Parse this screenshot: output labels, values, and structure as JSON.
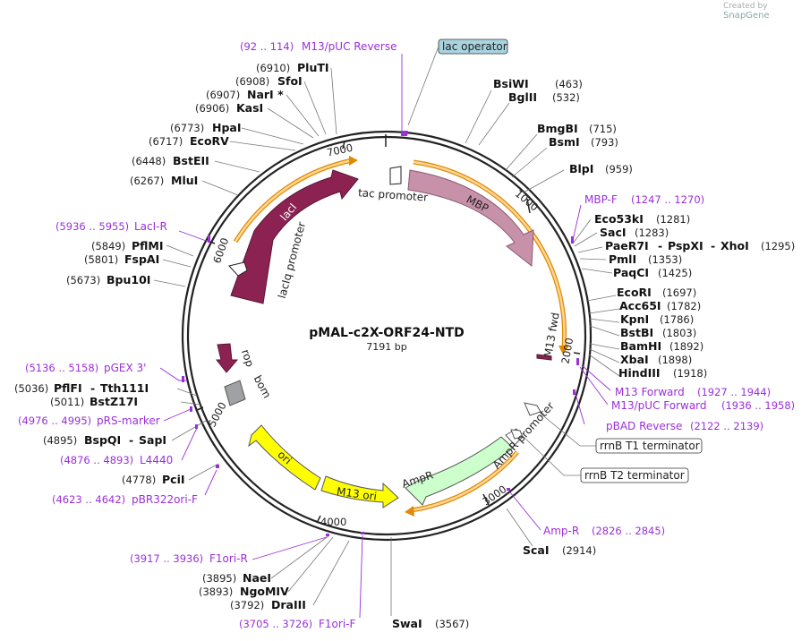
{
  "credit": {
    "prefix": "Created by",
    "brand": "SnapGene"
  },
  "plasmid": {
    "name": "pMAL-c2X-ORF24-NTD",
    "size_label": "7191 bp"
  },
  "ticks": [
    "1000",
    "2000",
    "3000",
    "4000",
    "5000",
    "6000",
    "7000"
  ],
  "features": [
    {
      "name": "lacI",
      "color": "#8b2252"
    },
    {
      "name": "MBP",
      "color": "#c792a9"
    },
    {
      "name": "tac promoter",
      "color": "#ffffff"
    },
    {
      "name": "lacIq promoter",
      "color": "#ffffff"
    },
    {
      "name": "rop",
      "color": "#8b2252"
    },
    {
      "name": "bom",
      "color": "#9fa1a4"
    },
    {
      "name": "ori",
      "color": "#ffff00"
    },
    {
      "name": "M13 ori",
      "color": "#ffff00"
    },
    {
      "name": "AmpR",
      "color": "#ccffcc"
    },
    {
      "name": "AmpR promoter",
      "color": "#ffffff"
    },
    {
      "name": "M13 fwd",
      "color": "#8b2252"
    }
  ],
  "boxed_labels": {
    "lac_operator": "lac operator",
    "rrnb_t1": "rrnB T1 terminator",
    "rrnb_t2": "rrnB T2 terminator"
  },
  "enzymes_right": [
    {
      "name": "BsiWI",
      "pos": "(463)"
    },
    {
      "name": "BglII",
      "pos": "(532)"
    },
    {
      "name": "BmgBI",
      "pos": "(715)"
    },
    {
      "name": "BsmI",
      "pos": "(793)"
    },
    {
      "name": "BlpI",
      "pos": "(959)"
    },
    {
      "name": "Eco53kI",
      "pos": "(1281)"
    },
    {
      "name": "SacI",
      "pos": "(1283)"
    },
    {
      "name": "PaeR7I",
      "sep1": "-",
      "name2": "PspXI",
      "sep2": "-",
      "name3": "XhoI",
      "pos": "(1295)"
    },
    {
      "name": "PmlI",
      "pos": "(1353)"
    },
    {
      "name": "PaqCI",
      "pos": "(1425)"
    },
    {
      "name": "EcoRI",
      "pos": "(1697)"
    },
    {
      "name": "Acc65I",
      "pos": "(1782)"
    },
    {
      "name": "KpnI",
      "pos": "(1786)"
    },
    {
      "name": "BstBI",
      "pos": "(1803)"
    },
    {
      "name": "BamHI",
      "pos": "(1892)"
    },
    {
      "name": "XbaI",
      "pos": "(1898)"
    },
    {
      "name": "HindIII",
      "pos": "(1918)"
    },
    {
      "name": "ScaI",
      "pos": "(2914)"
    },
    {
      "name": "SwaI",
      "pos": "(3567)"
    }
  ],
  "enzymes_left": [
    {
      "name": "PluTI",
      "pos": "(6910)"
    },
    {
      "name": "SfoI",
      "pos": "(6908)"
    },
    {
      "name": "NarI *",
      "pos": "(6907)"
    },
    {
      "name": "KasI",
      "pos": "(6906)"
    },
    {
      "name": "HpaI",
      "pos": "(6773)"
    },
    {
      "name": "EcoRV",
      "pos": "(6717)"
    },
    {
      "name": "BstEII",
      "pos": "(6448)"
    },
    {
      "name": "MluI",
      "pos": "(6267)"
    },
    {
      "name": "PflMI",
      "pos": "(5849)"
    },
    {
      "name": "FspAI",
      "pos": "(5801)"
    },
    {
      "name": "Bpu10I",
      "pos": "(5673)"
    },
    {
      "name": "PflFI",
      "sep1": "-",
      "name2": "Tth111I",
      "pos": "(5036)"
    },
    {
      "name": "BstZ17I",
      "pos": "(5011)"
    },
    {
      "name": "BspQI",
      "sep1": "-",
      "name2": "SapI",
      "pos": "(4895)"
    },
    {
      "name": "PciI",
      "pos": "(4778)"
    },
    {
      "name": "NaeI",
      "pos": "(3895)"
    },
    {
      "name": "NgoMIV",
      "pos": "(3893)"
    },
    {
      "name": "DraIII",
      "pos": "(3792)"
    }
  ],
  "primers": [
    {
      "name": "M13/pUC Reverse",
      "range": "(92 .. 114)"
    },
    {
      "name": "MBP-F",
      "range": "(1247 .. 1270)"
    },
    {
      "name": "M13 Forward",
      "range": "(1927 .. 1944)"
    },
    {
      "name": "M13/pUC Forward",
      "range": "(1936 .. 1958)"
    },
    {
      "name": "pBAD Reverse",
      "range": "(2122 .. 2139)"
    },
    {
      "name": "Amp-R",
      "range": "(2826 .. 2845)"
    },
    {
      "name": "LacI-R",
      "range": "(5936 .. 5955)"
    },
    {
      "name": "pGEX 3'",
      "range": "(5136 .. 5158)"
    },
    {
      "name": "pRS-marker",
      "range": "(4976 .. 4995)"
    },
    {
      "name": "L4440",
      "range": "(4876 .. 4893)"
    },
    {
      "name": "pBR322ori-F",
      "range": "(4623 .. 4642)"
    },
    {
      "name": "F1ori-R",
      "range": "(3917 .. 3936)"
    },
    {
      "name": "F1ori-F",
      "range": "(3705 .. 3726)"
    }
  ],
  "colors": {
    "backbone": "#222222",
    "primer": "#9b30d9",
    "orf_fill": "#ffcc88",
    "orf_stroke": "#e08a00"
  }
}
